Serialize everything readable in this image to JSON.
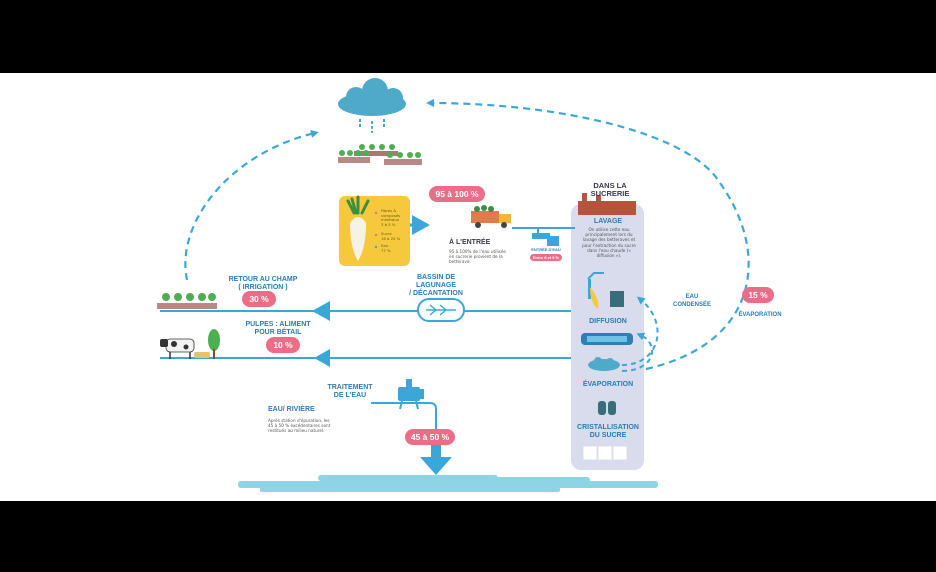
{
  "labels": {
    "dans_la_sucrerie": "DANS LA SUCRERIE",
    "lavage": "LAVAGE",
    "lavage_desc": "On utilise cette eau principalement lors du lavage des betteraves et pour l'extraction du sucre dans l'eau chaude (« diffusion »).",
    "diffusion": "DIFFUSION",
    "evaporation_inner": "ÉVAPORATION",
    "cristallisation": "CRISTALLISATION\nDU SUCRE",
    "a_l_entree": "À L'ENTRÉE",
    "entree_desc": "95 à 100% de l'eau utilisée en sucrerie provient de la betterave.",
    "entree_d_eau": "ENTRÉE D'EAU",
    "retour_au_champ": "RETOUR AU CHAMP\n( IRRIGATION )",
    "bassin": "BASSIN DE LAGUNAGE\n/ DÉCANTATION",
    "pulpes": "PULPES : ALIMENT\nPOUR BÉTAIL",
    "traitement": "TRAITEMENT\nDE L'EAU",
    "eau_riviere": "EAU/ RIVIÈRE",
    "riviere_desc": "Après station d'épuration, les 45 à 50 % excédentaires sont restitués au milieu naturel.",
    "eau_condensee": "EAU\nCONDENSÉE",
    "evaporation_outer": "ÉVAPORATION",
    "beet_fibres": "Fibres & composés minéraux",
    "beet_fibres_val": "3 à 5 %",
    "beet_sucre": "Sucre",
    "beet_sucre_val": "16 à 20 %",
    "beet_eau": "Eau",
    "beet_eau_val": "77 %"
  },
  "badges": {
    "p95_100": "95 à 100 %",
    "p30": "30 %",
    "p10": "10 %",
    "p45_50": "45 à 50 %",
    "p15": "15 %",
    "pills_small": "Entre 8 et 9 %"
  },
  "colors": {
    "blue": "#3ba7d8",
    "pill": "#ec6d88",
    "beet_box": "#f5c93b",
    "factory_panel": "#d8dcec",
    "cloud": "#4fa9c9",
    "water": "#8fd3e6"
  }
}
